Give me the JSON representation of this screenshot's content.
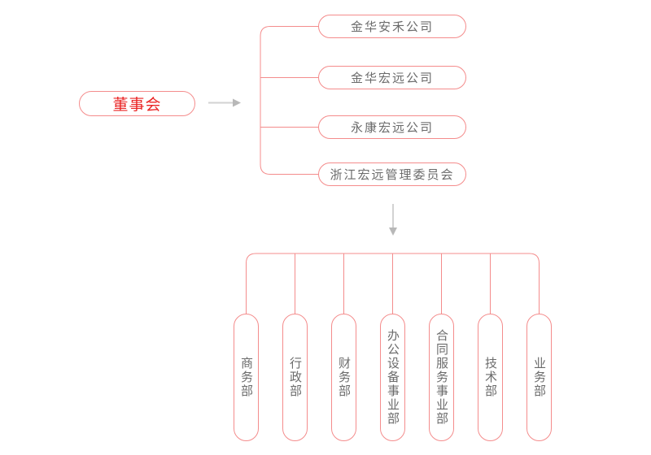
{
  "palette": {
    "node_border": "#f48c8c",
    "connector_line": "#f48c8c",
    "board_text": "#ea2424",
    "node_text": "#6b6b6b",
    "arrow_shaft": "#d2d2d2",
    "arrow_head": "#b8b8b8"
  },
  "board": {
    "label": "董事会"
  },
  "companies": [
    {
      "label": "金华安禾公司"
    },
    {
      "label": "金华宏远公司"
    },
    {
      "label": "永康宏远公司"
    },
    {
      "label": "浙江宏远管理委员会"
    }
  ],
  "departments": [
    {
      "label": "商务部"
    },
    {
      "label": "行政部"
    },
    {
      "label": "财务部"
    },
    {
      "label": "办公设备事业部"
    },
    {
      "label": "合同服务事业部"
    },
    {
      "label": "技术部"
    },
    {
      "label": "业务部"
    }
  ]
}
